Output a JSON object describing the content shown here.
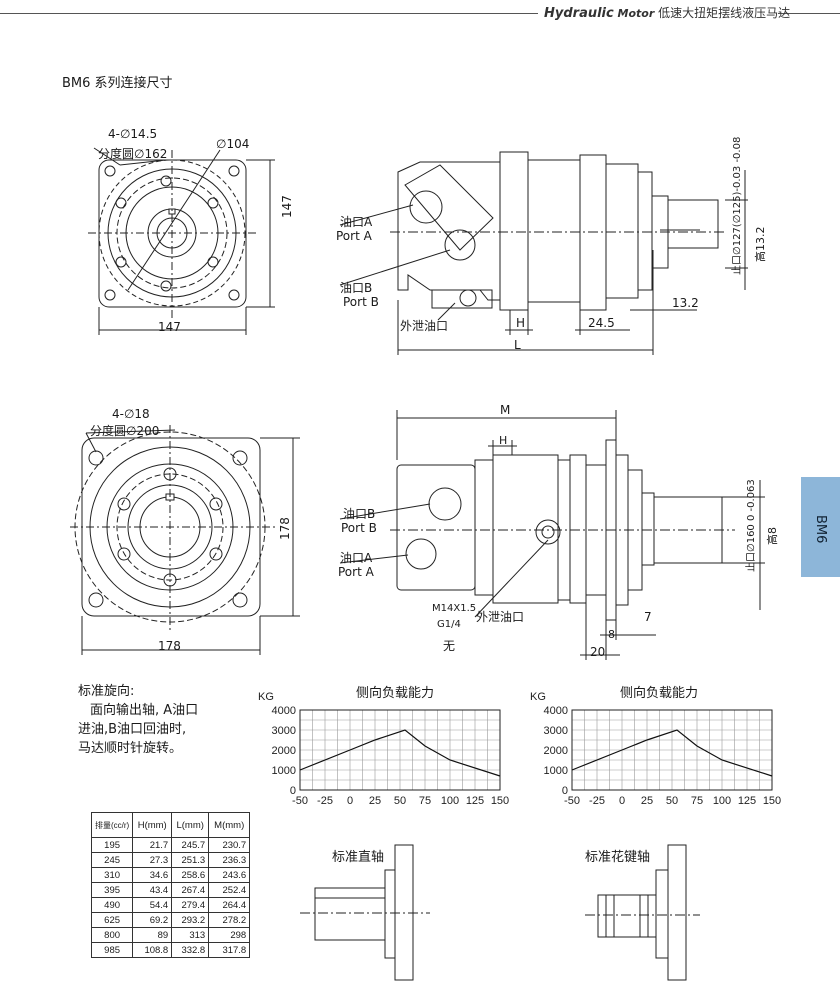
{
  "header": {
    "brand": "Hydraulic",
    "brand_sub": "Motor",
    "tagline": "低速大扭矩摆线液压马达"
  },
  "section_title": "BM6 系列连接尺寸",
  "side_tab": "BM6",
  "drawing1": {
    "holes": "4-∅14.5",
    "pcd": "分度圆∅162",
    "dia": "∅104",
    "w": "147",
    "h": "147",
    "port_a": "油口A",
    "port_a_en": "Port A",
    "port_b": "油口B",
    "port_b_en": "Port B",
    "drain": "外泄油口",
    "H": "H",
    "L": "L",
    "d1": "24.5",
    "d2": "13.2",
    "spigot": "止口∅127(∅125)-0.03 -0.08",
    "height": "高13.2"
  },
  "drawing2": {
    "holes": "4-∅18",
    "pcd": "分度圆∅200",
    "w": "178",
    "h": "178",
    "M": "M",
    "H": "H",
    "port_b": "油口B",
    "port_b_en": "Port B",
    "port_a": "油口A",
    "port_a_en": "Port A",
    "thread": "M14X1.5",
    "g": "G1/4",
    "none": "无",
    "drain": "外泄油口",
    "d7": "7",
    "d8": "8",
    "d20": "20",
    "spigot": "止口∅160 0 -0.063",
    "height": "高8"
  },
  "rotation_note": {
    "title": "标准旋向:",
    "line1": "面向输出轴, A油口",
    "line2": "进油,B油口回油时,",
    "line3": "马达顺时针旋转。"
  },
  "chart_data": [
    {
      "type": "line",
      "title": "侧向负载能力",
      "ylabel": "KG",
      "x_ticks": [
        "-50",
        "-25",
        "0",
        "25",
        "50",
        "75",
        "100",
        "125",
        "150"
      ],
      "y_ticks": [
        "0",
        "1000",
        "2000",
        "3000",
        "4000"
      ],
      "xlim": [
        -50,
        150
      ],
      "ylim": [
        0,
        4000
      ],
      "x": [
        -50,
        0,
        25,
        55,
        75,
        100,
        150
      ],
      "y": [
        1000,
        2000,
        2500,
        3000,
        2200,
        1500,
        700
      ]
    },
    {
      "type": "line",
      "title": "侧向负载能力",
      "ylabel": "KG",
      "x_ticks": [
        "-50",
        "-25",
        "0",
        "25",
        "50",
        "75",
        "100",
        "125",
        "150"
      ],
      "y_ticks": [
        "0",
        "1000",
        "2000",
        "3000",
        "4000"
      ],
      "xlim": [
        -50,
        150
      ],
      "ylim": [
        0,
        4000
      ],
      "x": [
        -50,
        0,
        25,
        55,
        75,
        100,
        150
      ],
      "y": [
        1000,
        2000,
        2500,
        3000,
        2200,
        1500,
        700
      ]
    }
  ],
  "spec_table": {
    "headers": [
      "排量(cc/r)",
      "H(mm)",
      "L(mm)",
      "M(mm)"
    ],
    "rows": [
      [
        "195",
        "21.7",
        "245.7",
        "230.7"
      ],
      [
        "245",
        "27.3",
        "251.3",
        "236.3"
      ],
      [
        "310",
        "34.6",
        "258.6",
        "243.6"
      ],
      [
        "395",
        "43.4",
        "267.4",
        "252.4"
      ],
      [
        "490",
        "54.4",
        "279.4",
        "264.4"
      ],
      [
        "625",
        "69.2",
        "293.2",
        "278.2"
      ],
      [
        "800",
        "89",
        "313",
        "298"
      ],
      [
        "985",
        "108.8",
        "332.8",
        "317.8"
      ]
    ]
  },
  "shafts": {
    "standard": "标准直轴",
    "spline": "标准花键轴"
  }
}
